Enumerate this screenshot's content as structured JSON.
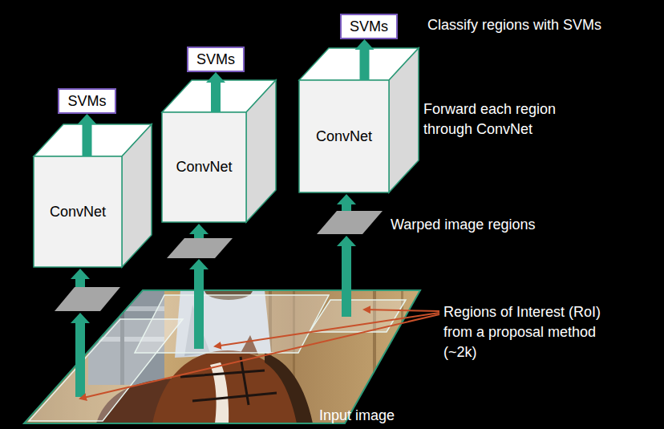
{
  "diagram": {
    "nodes": [
      {
        "text": [
          "SVMs"
        ]
      },
      {
        "text": [
          "ConvNet"
        ]
      },
      {
        "text": [
          "SVMs"
        ]
      },
      {
        "text": [
          "ConvNet"
        ]
      },
      {
        "text": [
          "SVMs"
        ]
      },
      {
        "text": [
          "ConvNet"
        ]
      },
      {
        "text": [
          "Input image"
        ]
      }
    ],
    "edges": [
      {
        "from": 1,
        "to": 0,
        "arrow": "to"
      },
      {
        "from": 3,
        "to": 2,
        "arrow": "to"
      },
      {
        "from": 5,
        "to": 4,
        "arrow": "to"
      }
    ],
    "labels": [
      "Classify regions with SVMs",
      "Forward each region through ConvNet",
      "Warped image regions",
      "Regions of Interest (RoI) from a proposal method (~2k)"
    ]
  }
}
